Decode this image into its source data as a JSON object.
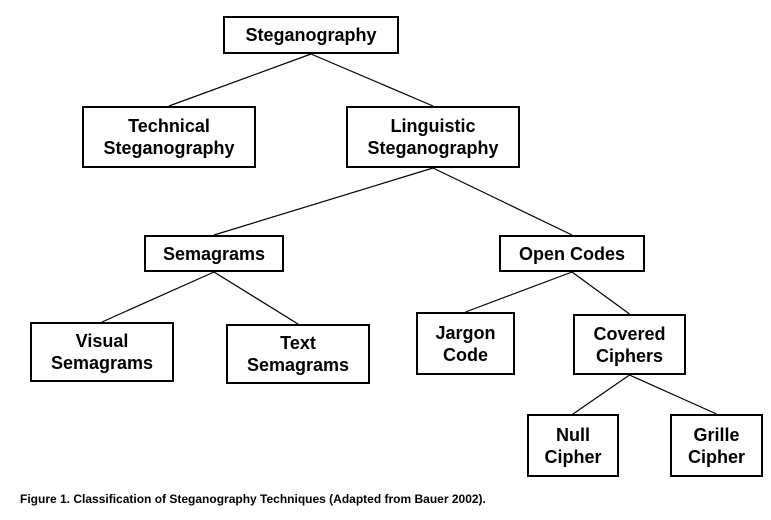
{
  "nodes": {
    "steganography": {
      "lines": [
        "Steganography"
      ]
    },
    "technical": {
      "lines": [
        "Technical",
        "Steganography"
      ]
    },
    "linguistic": {
      "lines": [
        "Linguistic",
        "Steganography"
      ]
    },
    "semagrams": {
      "lines": [
        "Semagrams"
      ]
    },
    "open_codes": {
      "lines": [
        "Open Codes"
      ]
    },
    "visual_semagrams": {
      "lines": [
        "Visual",
        "Semagrams"
      ]
    },
    "text_semagrams": {
      "lines": [
        "Text",
        "Semagrams"
      ]
    },
    "jargon_code": {
      "lines": [
        "Jargon",
        "Code"
      ]
    },
    "covered_ciphers": {
      "lines": [
        "Covered",
        "Ciphers"
      ]
    },
    "null_cipher": {
      "lines": [
        "Null",
        "Cipher"
      ]
    },
    "grille_cipher": {
      "lines": [
        "Grille",
        "Cipher"
      ]
    }
  },
  "edges": [
    [
      "steganography",
      "technical"
    ],
    [
      "steganography",
      "linguistic"
    ],
    [
      "linguistic",
      "semagrams"
    ],
    [
      "linguistic",
      "open_codes"
    ],
    [
      "semagrams",
      "visual_semagrams"
    ],
    [
      "semagrams",
      "text_semagrams"
    ],
    [
      "open_codes",
      "jargon_code"
    ],
    [
      "open_codes",
      "covered_ciphers"
    ],
    [
      "covered_ciphers",
      "null_cipher"
    ],
    [
      "covered_ciphers",
      "grille_cipher"
    ]
  ],
  "caption": "Figure 1. Classification of Steganography Techniques (Adapted from Bauer 2002)."
}
